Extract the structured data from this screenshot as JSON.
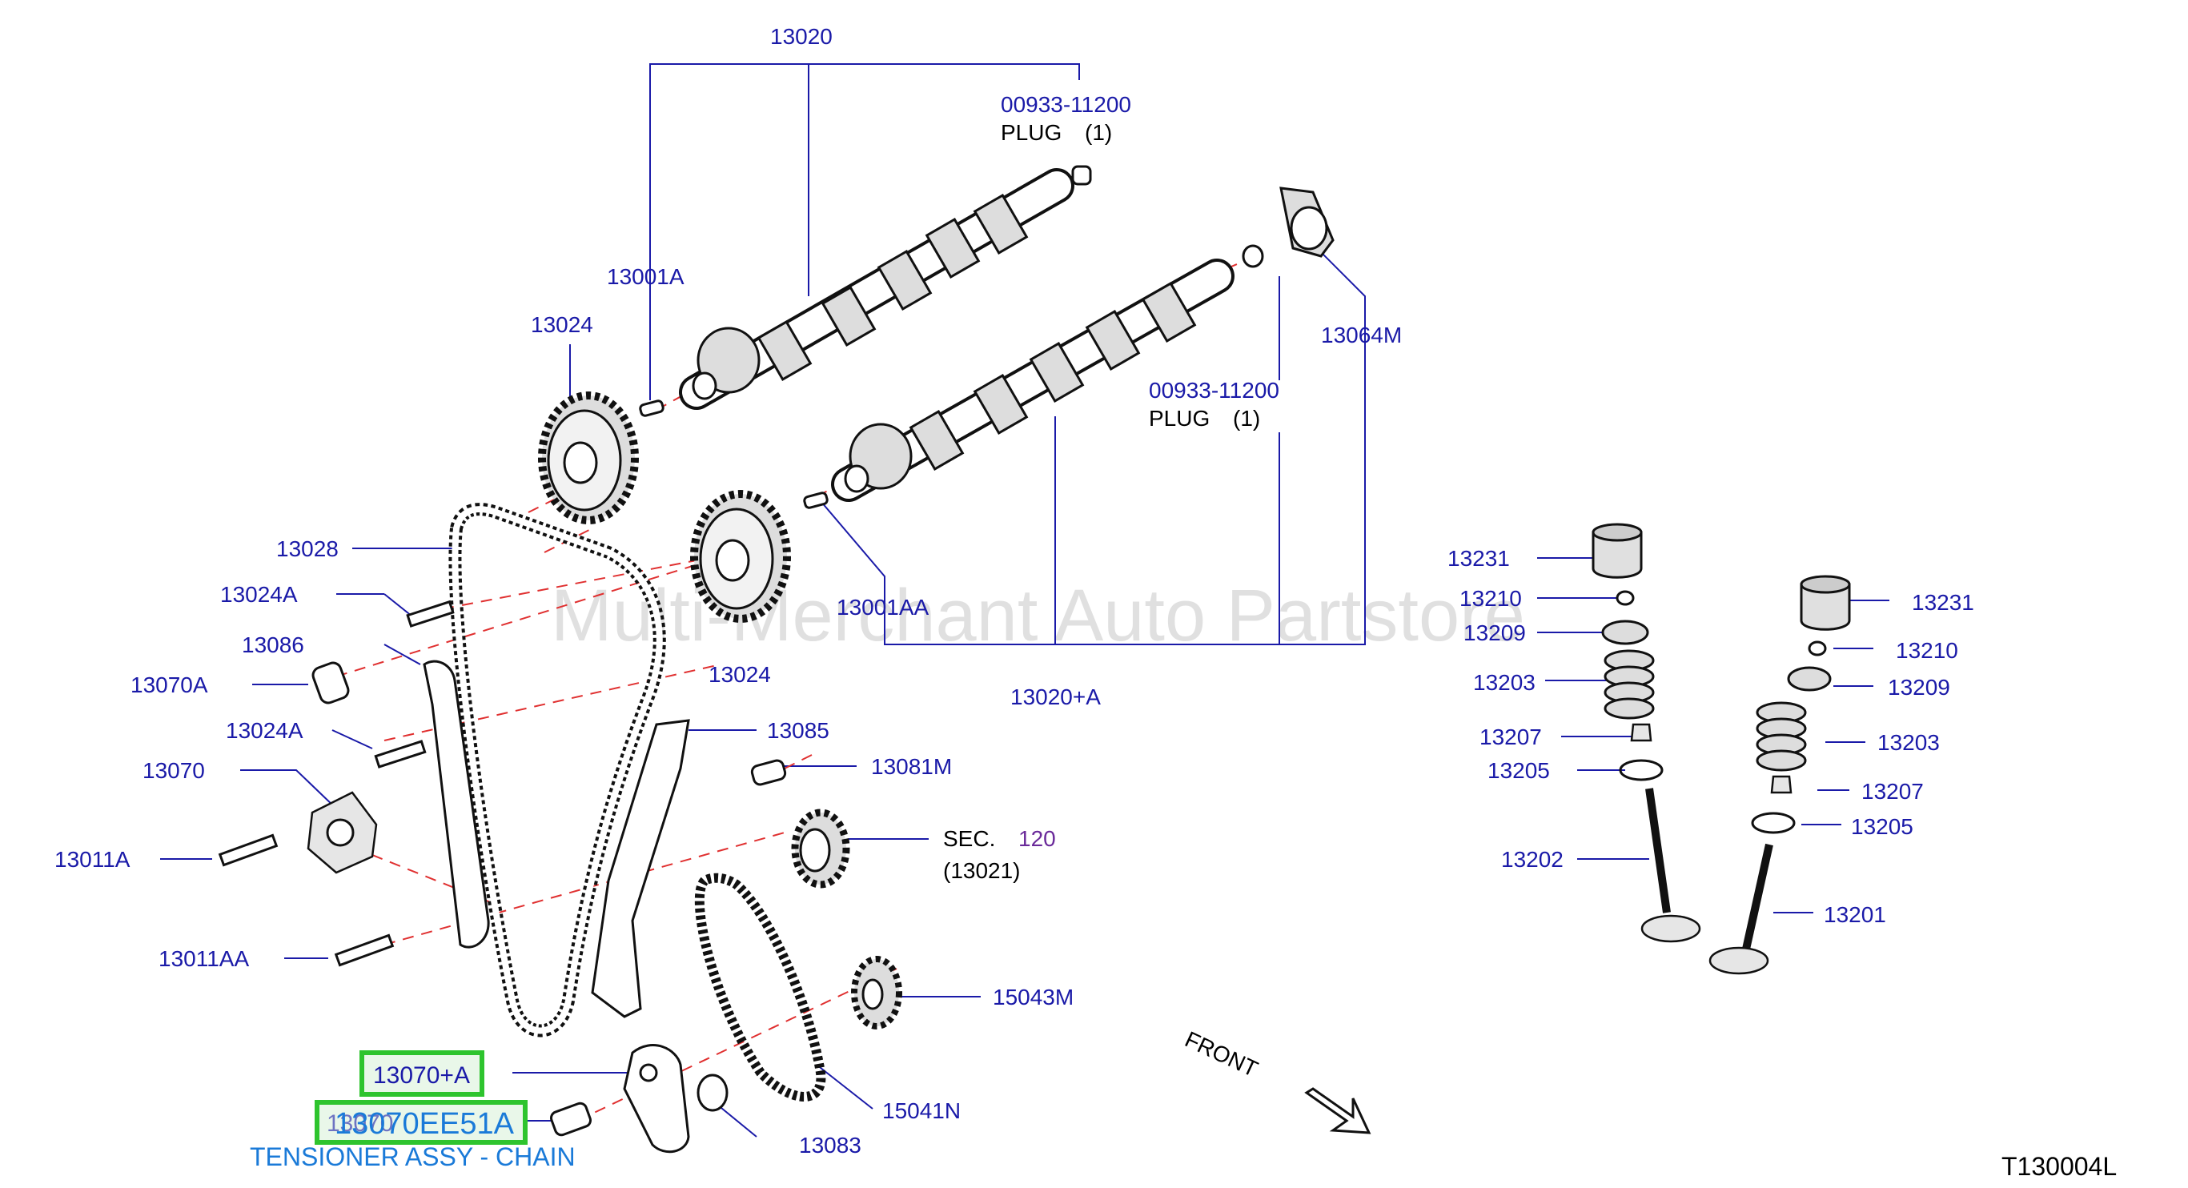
{
  "watermark": "Multi-Merchant Auto Partstore",
  "diagram_code": "T130004L",
  "front_label": "FRONT",
  "caption": "TENSIONER ASSY - CHAIN",
  "selected_part": "13070EE51A",
  "sec": {
    "prefix": "SEC.",
    "number": "120",
    "sub": "(13021)"
  },
  "plug_top": {
    "part": "00933-11200",
    "desc": "PLUG",
    "qty": "(1)"
  },
  "plug_mid": {
    "part": "00933-11200",
    "desc": "PLUG",
    "qty": "(1)"
  },
  "callouts": {
    "p13020": "13020",
    "p13001A": "13001A",
    "p13024_top": "13024",
    "p13064M": "13064M",
    "p13028": "13028",
    "p13024A_1": "13024A",
    "p13086": "13086",
    "p13070A": "13070A",
    "p13001AA": "13001AA",
    "p13024_bot": "13024",
    "p13020A": "13020+A",
    "p13024A_2": "13024A",
    "p13085": "13085",
    "p13070": "13070",
    "p13081M": "13081M",
    "p13011A": "13011A",
    "p13011AA": "13011AA",
    "p15043M": "15043M",
    "p13070pA": "13070+A",
    "p13070_hl": "13070",
    "p15041N": "15041N",
    "p13083": "13083",
    "p13231_l": "13231",
    "p13210_l": "13210",
    "p13209_l": "13209",
    "p13203_l": "13203",
    "p13207_l": "13207",
    "p13205_l": "13205",
    "p13202": "13202",
    "p13231_r": "13231",
    "p13210_r": "13210",
    "p13209_r": "13209",
    "p13203_r": "13203",
    "p13207_r": "13207",
    "p13205_r": "13205",
    "p13201": "13201"
  }
}
